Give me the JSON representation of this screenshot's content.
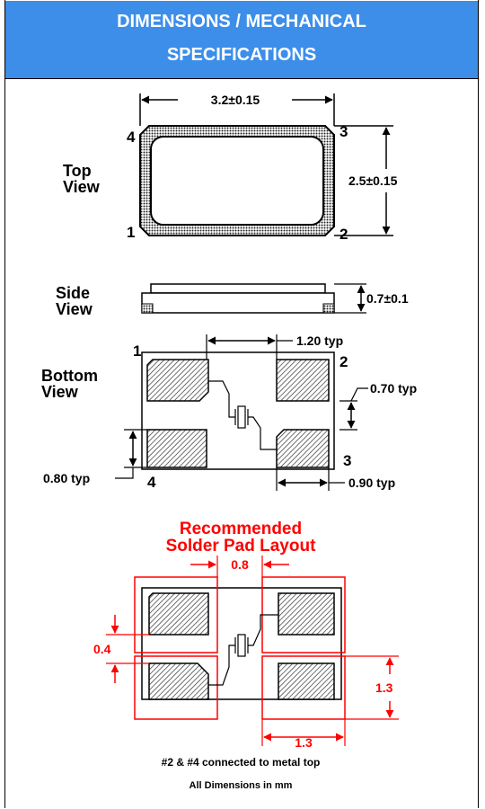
{
  "header": {
    "title_line1": "DIMENSIONS / MECHANICAL",
    "title_line2": "SPECIFICATIONS",
    "background": "#3c8ee9"
  },
  "top_view": {
    "label_line1": "Top",
    "label_line2": "View",
    "width_dim": "3.2±0.15",
    "height_dim": "2.5±0.15",
    "pin1": "1",
    "pin2": "2",
    "pin3": "3",
    "pin4": "4"
  },
  "side_view": {
    "label_line1": "Side",
    "label_line2": "View",
    "thickness_dim": "0.7±0.1"
  },
  "bottom_view": {
    "label_line1": "Bottom",
    "label_line2": "View",
    "pitch_dim": "1.20 typ",
    "pad_height_dim": "0.70 typ",
    "pad_gap_dim": "0.80 typ",
    "pad_width_dim": "0.90 typ",
    "pin1": "1",
    "pin2": "2",
    "pin3": "3",
    "pin4": "4"
  },
  "solder_layout": {
    "title_line1": "Recommended",
    "title_line2": "Solder Pad Layout",
    "gap_x_dim": "0.8",
    "gap_y_dim": "0.4",
    "pad_h_dim": "1.3",
    "pad_w_dim": "1.3",
    "accent_color": "#ff0000"
  },
  "notes": {
    "line1": "#2 & #4 connected to metal top",
    "line2": "All Dimensions in mm"
  }
}
